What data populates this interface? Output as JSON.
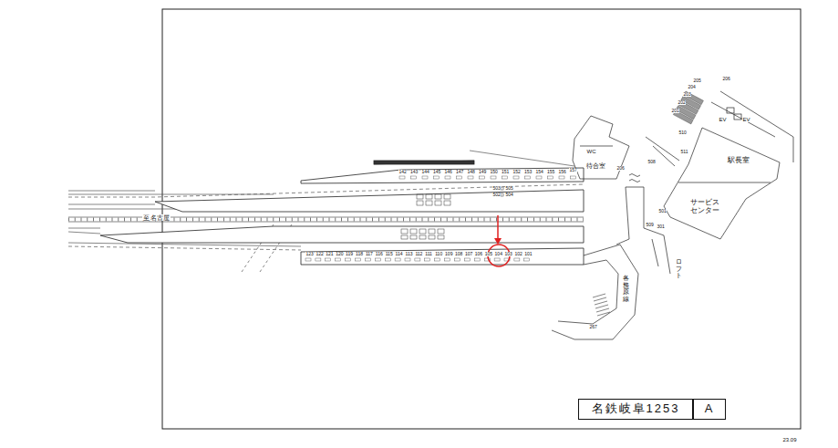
{
  "diagram": {
    "nodes": [
      {
        "text": [
          "待合室"
        ]
      },
      {
        "text": [
          "駅長室"
        ]
      },
      {
        "text": [
          "サービス センター"
        ]
      },
      {
        "text": [
          "名鉄岐阜1253"
        ]
      },
      {
        "text": [
          "A"
        ]
      }
    ],
    "labels": [
      "至 名古屋",
      "142",
      "143",
      "144",
      "145",
      "146",
      "147",
      "148",
      "149",
      "150",
      "151",
      "152",
      "153",
      "154",
      "155",
      "156",
      "157",
      "503",
      "505",
      "502",
      "504",
      "123",
      "122",
      "121",
      "120",
      "119",
      "118",
      "117",
      "116",
      "115",
      "114",
      "113",
      "112",
      "111",
      "110",
      "109",
      "108",
      "107",
      "106",
      "105",
      "104",
      "103",
      "102",
      "101",
      "205",
      "206",
      "204",
      "203",
      "202",
      "201",
      "510",
      "EV",
      "EV",
      "WC",
      "511",
      "508",
      "206",
      "501",
      "509",
      "301",
      "各務原線",
      "ロフト",
      "267",
      "23.09"
    ]
  }
}
